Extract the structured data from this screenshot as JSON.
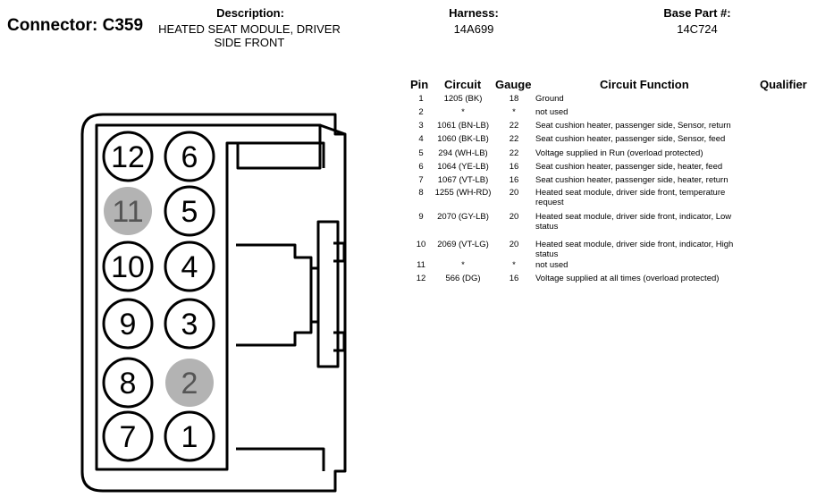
{
  "header": {
    "connector": "Connector: C359",
    "description_label": "Description:",
    "description_value": "HEATED SEAT MODULE, DRIVER SIDE FRONT",
    "harness_label": "Harness:",
    "harness_value": "14A699",
    "base_part_label": "Base Part #:",
    "base_part_value": "14C724"
  },
  "table": {
    "headers": [
      "Pin",
      "Circuit",
      "Gauge",
      "Circuit Function",
      "Qualifier"
    ],
    "rows": [
      {
        "pin": "1",
        "circuit": "1205 (BK)",
        "gauge": "18",
        "function": "Ground"
      },
      {
        "pin": "2",
        "circuit": "*",
        "gauge": "*",
        "function": "not used"
      },
      {
        "pin": "3",
        "circuit": "1061 (BN-LB)",
        "gauge": "22",
        "function": "Seat cushion heater, passenger side, Sensor, return"
      },
      {
        "pin": "4",
        "circuit": "1060 (BK-LB)",
        "gauge": "22",
        "function": "Seat cushion heater, passenger side, Sensor, feed"
      },
      {
        "pin": "5",
        "circuit": "294 (WH-LB)",
        "gauge": "22",
        "function": "Voltage supplied in Run (overload protected)"
      },
      {
        "pin": "6",
        "circuit": "1064 (YE-LB)",
        "gauge": "16",
        "function": "Seat cushion heater, passenger side, heater, feed"
      },
      {
        "pin": "7",
        "circuit": "1067 (VT-LB)",
        "gauge": "16",
        "function": "Seat cushion heater, passenger side, heater, return"
      },
      {
        "pin": "8",
        "circuit": "1255 (WH-RD)",
        "gauge": "20",
        "function": "Heated seat module, driver side front, temperature request"
      },
      {
        "pin": "9",
        "circuit": "2070 (GY-LB)",
        "gauge": "20",
        "function": "Heated seat module, driver side front, indicator, Low status"
      },
      {
        "pin": "10",
        "circuit": "2069 (VT-LG)",
        "gauge": "20",
        "function": "Heated seat module, driver side front, indicator, High status"
      },
      {
        "pin": "11",
        "circuit": "*",
        "gauge": "*",
        "function": "not used"
      },
      {
        "pin": "12",
        "circuit": "566 (DG)",
        "gauge": "16",
        "function": "Voltage supplied at all times (overload protected)"
      }
    ]
  },
  "connector_pins": [
    {
      "label": "12",
      "unused": false
    },
    {
      "label": "6",
      "unused": false
    },
    {
      "label": "11",
      "unused": true
    },
    {
      "label": "5",
      "unused": false
    },
    {
      "label": "10",
      "unused": false
    },
    {
      "label": "4",
      "unused": false
    },
    {
      "label": "9",
      "unused": false
    },
    {
      "label": "3",
      "unused": false
    },
    {
      "label": "8",
      "unused": false
    },
    {
      "label": "2",
      "unused": true
    },
    {
      "label": "7",
      "unused": false
    },
    {
      "label": "1",
      "unused": false
    }
  ],
  "colors": {
    "unused_pin_fill": "#b3b3b3",
    "line": "#000000"
  }
}
